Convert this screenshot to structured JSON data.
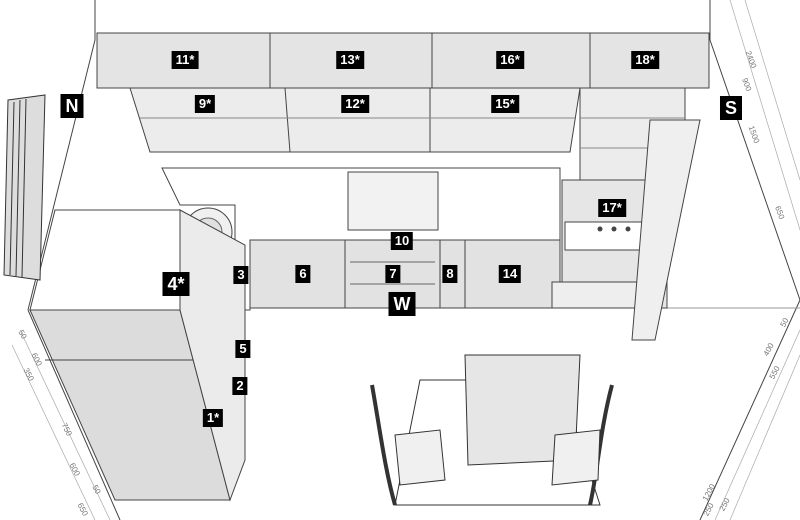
{
  "labels": {
    "n": "N",
    "s": "S",
    "w": "W",
    "c11": "11*",
    "c13": "13*",
    "c16": "16*",
    "c18": "18*",
    "c9": "9*",
    "c12": "12*",
    "c15": "15*",
    "c17": "17*",
    "c10": "10",
    "c3": "3",
    "c6": "6",
    "c7": "7",
    "c8": "8",
    "c14": "14",
    "c4": "4*",
    "c5": "5",
    "c2": "2",
    "c1": "1*"
  },
  "dimensions": {
    "left": [
      "50",
      "600",
      "350",
      "750",
      "600",
      "50",
      "650"
    ],
    "right_top": [
      "2400",
      "900",
      "1500",
      "650"
    ],
    "right_bottom": [
      "50",
      "400",
      "550",
      "1200",
      "250",
      "250"
    ]
  },
  "colors": {
    "tag_bg": "#000000",
    "tag_text": "#ffffff",
    "line": "#333333",
    "panel": "#e2e2e2"
  }
}
